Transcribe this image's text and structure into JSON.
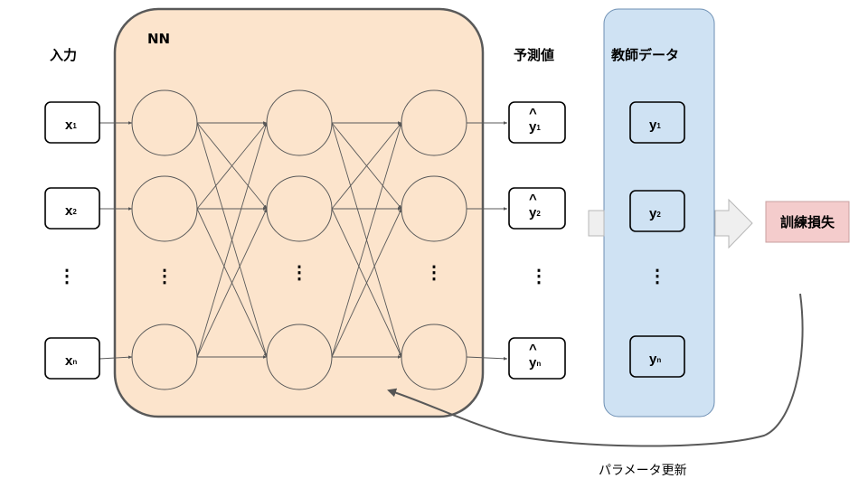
{
  "labels": {
    "input": "入力",
    "nn": "NN",
    "prediction": "予測値",
    "teacher": "教師データ",
    "loss": "訓練損失",
    "update": "パラメータ更新"
  },
  "inputs": [
    {
      "base": "x",
      "sub": "1"
    },
    {
      "base": "x",
      "sub": "2"
    },
    {
      "base": "x",
      "sub": "n"
    }
  ],
  "predictions": [
    {
      "base": "y",
      "hat": "^",
      "sub": "1"
    },
    {
      "base": "y",
      "hat": "^",
      "sub": "2"
    },
    {
      "base": "y",
      "hat": "^",
      "sub": "n"
    }
  ],
  "targets": [
    {
      "base": "y",
      "sub": "1"
    },
    {
      "base": "y",
      "sub": "2"
    },
    {
      "base": "y",
      "sub": "n"
    }
  ],
  "ellipsis": "⋮",
  "colors": {
    "nn_fill": "#fce4cc",
    "nn_stroke": "#595959",
    "teacher_fill": "#cfe2f3",
    "teacher_stroke": "#6d8fb3",
    "loss_fill": "#f4cccc",
    "loss_stroke": "#c9a0a0",
    "arrow_fill": "#efefef",
    "arrow_stroke": "#b7b7b7"
  }
}
